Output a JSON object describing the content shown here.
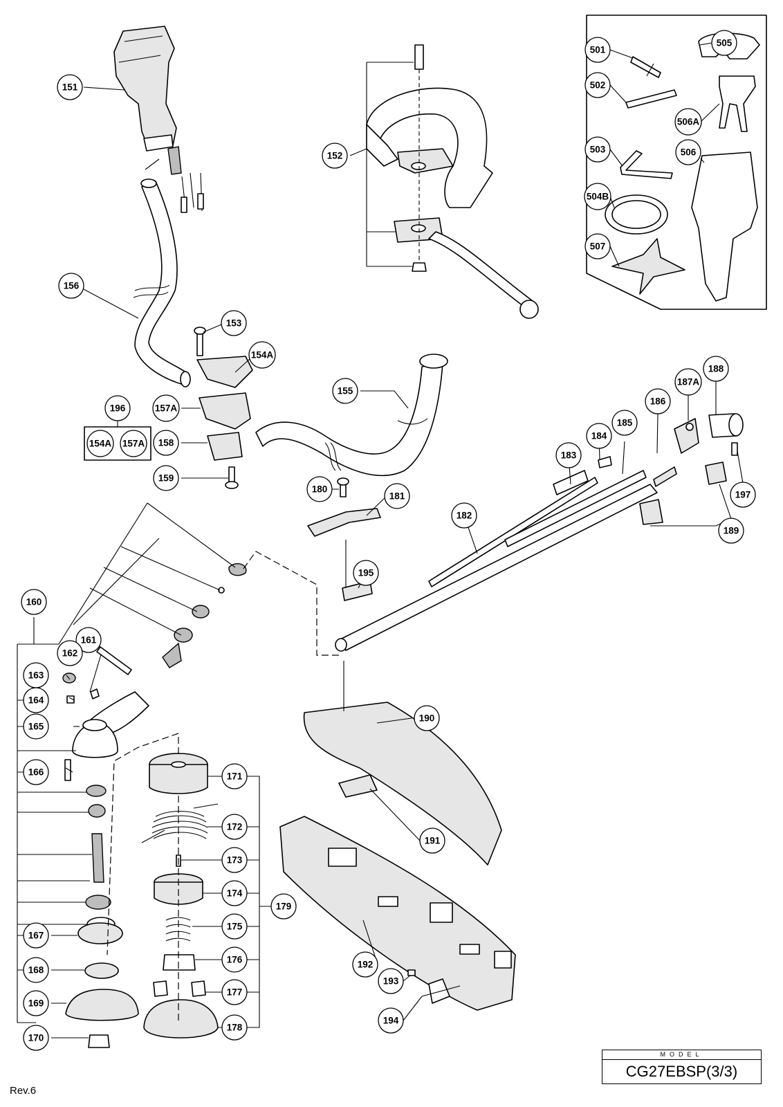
{
  "labels": {
    "p151": "151",
    "p152": "152",
    "p153": "153",
    "p154A": "154A",
    "p155": "155",
    "p156": "156",
    "p157A": "157A",
    "p158": "158",
    "p159": "159",
    "p160": "160",
    "p161": "161",
    "p162": "162",
    "p163": "163",
    "p164": "164",
    "p165": "165",
    "p166": "166",
    "p167": "167",
    "p168": "168",
    "p169": "169",
    "p170": "170",
    "p171": "171",
    "p172": "172",
    "p173": "173",
    "p174": "174",
    "p175": "175",
    "p176": "176",
    "p177": "177",
    "p178": "178",
    "p179": "179",
    "p180": "180",
    "p181": "181",
    "p182": "182",
    "p183": "183",
    "p184": "184",
    "p185": "185",
    "p186": "186",
    "p187A": "187A",
    "p188": "188",
    "p189": "189",
    "p190": "190",
    "p191": "191",
    "p192": "192",
    "p193": "193",
    "p194": "194",
    "p195": "195",
    "p196": "196",
    "p197": "197",
    "p196a": "154A",
    "p196b": "157A",
    "p501": "501",
    "p502": "502",
    "p503": "503",
    "p504B": "504B",
    "p505": "505",
    "p506": "506",
    "p506A": "506A",
    "p507": "507"
  },
  "model": {
    "heading": "MODEL",
    "name": "CG27EBSP(3/3)"
  },
  "revision": "Rev.6"
}
